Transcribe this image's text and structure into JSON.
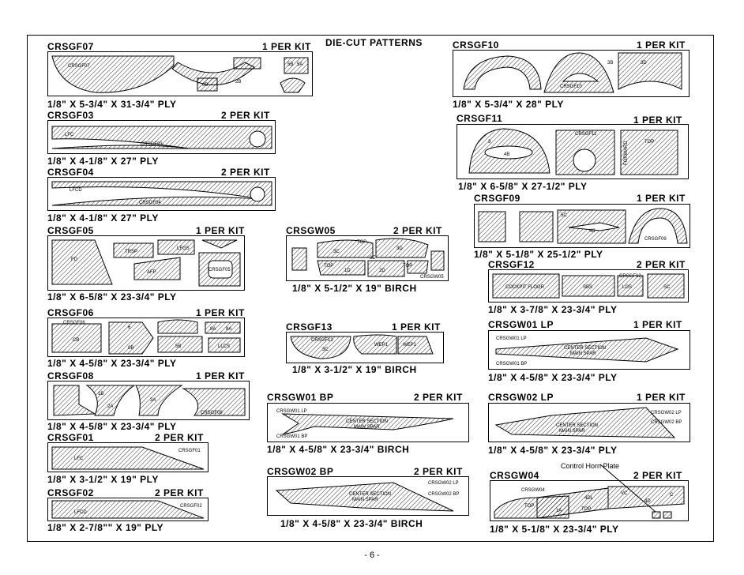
{
  "title": "DIE-CUT PATTERNS",
  "page_number": "- 6 -",
  "callout": "Control Horn Plate",
  "sheets": [
    {
      "id": "CRSGF07",
      "qty": "1 PER KIT",
      "size": "1/8\" X 5-3/4\" X 31-3/4\" PLY",
      "parts": [
        "CRSGF07",
        "5B",
        "5A",
        "6B",
        "2B"
      ]
    },
    {
      "id": "CRSGF03",
      "qty": "2 PER KIT",
      "size": "1/8\" X 4-1/8\" X 27\" PLY",
      "parts": [
        "LFC",
        "CRSGF03"
      ]
    },
    {
      "id": "CRSGF04",
      "qty": "2 PER KIT",
      "size": "1/8\" X 4-1/8\" X 27\" PLY",
      "parts": [
        "LFCD",
        "CRSGF04"
      ]
    },
    {
      "id": "CRSGF05",
      "qty": "1 PER KIT",
      "size": "1/8\" X 6-5/8\" X 23-3/4\" PLY",
      "parts": [
        "TRSP",
        "LFGS",
        "AFP",
        "CRSGF05",
        "FD"
      ]
    },
    {
      "id": "CRSGF06",
      "qty": "1 PER KIT",
      "size": "1/8\" X 4-5/8\" X 23-3/4\" PLY",
      "parts": [
        "CRSGF06",
        "CB",
        "6",
        "8B",
        "5B",
        "LLCS",
        "8A",
        "8A"
      ]
    },
    {
      "id": "CRSGF08",
      "qty": "1 PER KIT",
      "size": "1/8\" X 4-5/8\" X 23-3/4\" PLY",
      "parts": [
        "CRSGF08",
        "1B",
        "2A",
        "3A"
      ]
    },
    {
      "id": "CRSGF01",
      "qty": "2 PER KIT",
      "size": "1/8\" X 3-1/2\" X 19\" PLY",
      "parts": [
        "LFC",
        "CRSGF01"
      ]
    },
    {
      "id": "CRSGF02",
      "qty": "2 PER KIT",
      "size": "1/8\" X 2-7/8\"\" X 19\" PLY",
      "parts": [
        "LFCD",
        "CRSGF02"
      ]
    },
    {
      "id": "CRSGW05",
      "qty": "2 PER KIT",
      "size": "1/8\" X 5-1/2\" X 19\" BIRCH",
      "parts": [
        "TOP",
        "3C",
        "3E",
        "3D",
        "1D",
        "2D",
        "TOP",
        "TOP",
        "CRSGW05"
      ]
    },
    {
      "id": "CRSGF13",
      "qty": "1 PER KIT",
      "size": "1/8\" X 3-1/2\" X 19\" BIRCH",
      "parts": [
        "CRSGF13",
        "3C",
        "WEP1",
        "WEP1"
      ]
    },
    {
      "id": "CRSGW01 BP",
      "qty": "2 PER KIT",
      "size": "1/8\" X 4-5/8\" X 23-3/4\" BIRCH",
      "parts": [
        "CRSGW01 LP",
        "CRSGW01 BP",
        "CENTER SECTION",
        "MAIN SPAR"
      ]
    },
    {
      "id": "CRSGW02 BP",
      "qty": "2 PER KIT",
      "size": "1/8\" X 4-5/8\" X 23-3/4\" BIRCH",
      "parts": [
        "CRSGW02 LP",
        "CRSGW02 BP",
        "CENTER SECTION",
        "MAIN SPAR"
      ]
    },
    {
      "id": "CRSGF10",
      "qty": "1 PER KIT",
      "size": "1/8\" X 5-3/4\" X 28\" PLY",
      "parts": [
        "CRSGF10",
        "3B",
        "3D"
      ]
    },
    {
      "id": "CRSGF11",
      "qty": "1 PER KIT",
      "size": "1/8\" X 6-5/8\" X 27-1/2\" PLY",
      "parts": [
        "CRSGF11",
        "3",
        "4B",
        "FORWARD",
        "TOP"
      ]
    },
    {
      "id": "CRSGF09",
      "qty": "1 PER KIT",
      "size": "1/8\" X 5-1/8\" X 25-1/2\" PLY",
      "parts": [
        "5C",
        "4C",
        "CRSGF09"
      ]
    },
    {
      "id": "CRSGF12",
      "qty": "2 PER KIT",
      "size": "1/8\" X 3-7/8\" X 23-3/4\" PLY",
      "parts": [
        "COCKPIT FLOOR",
        "SBS",
        "CRSGF12",
        "LGS",
        "SC"
      ]
    },
    {
      "id": "CRSGW01 LP",
      "qty": "1 PER KIT",
      "size": "1/8\" X 4-5/8\" X 23-3/4\" PLY",
      "parts": [
        "CRSGW01 LP",
        "CRSGW01 BP",
        "CENTER SECTION",
        "MAIN SPAR"
      ]
    },
    {
      "id": "CRSGW02 LP",
      "qty": "1 PER KIT",
      "size": "1/8\" X 4-5/8\" X 23-3/4\" PLY",
      "parts": [
        "CRSGW02 LP",
        "CRSGW02 BP",
        "CENTER SECTION",
        "MAIN SPAR"
      ]
    },
    {
      "id": "CRSGW04",
      "qty": "2 PER KIT",
      "size": "1/8\" X 5-1/8\" X 23-3/4\" PLY",
      "parts": [
        "CRSGW04",
        "TOP",
        "1A",
        "TOP",
        "4DL",
        "VC",
        "4D",
        "C"
      ]
    }
  ]
}
